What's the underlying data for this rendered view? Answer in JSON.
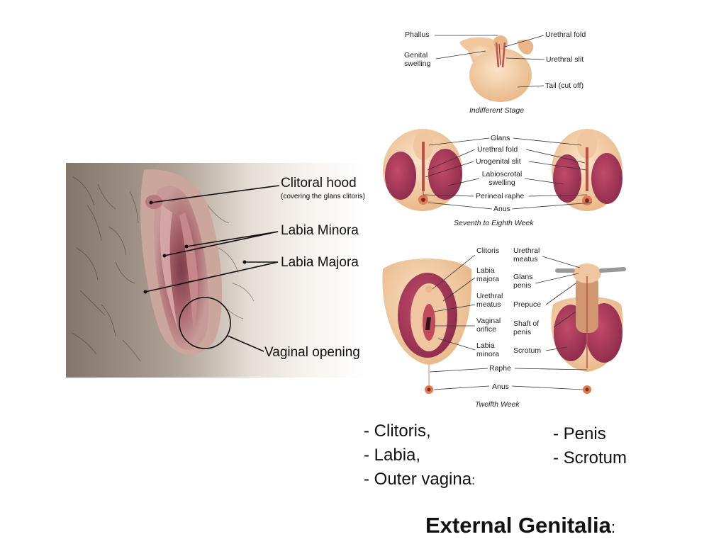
{
  "photo": {
    "labels": {
      "clitoral_hood": "Clitoral hood",
      "clitoral_hood_note": "(covering the glans clitoris)",
      "labia_minora": "Labia Minora",
      "labia_majora": "Labia Majora",
      "vaginal_opening": "Vaginal opening"
    }
  },
  "indifferent_stage": {
    "caption": "Indifferent Stage",
    "labels": {
      "phallus": "Phallus",
      "genital_swelling": "Genital swelling",
      "urethral_fold": "Urethral fold",
      "urethral_slit": "Urethral slit",
      "tail": "Tail (cut off)"
    }
  },
  "seventh_week": {
    "caption": "Seventh to Eighth Week",
    "labels": {
      "glans": "Glans",
      "urethral_fold": "Urethral fold",
      "urogenital_slit": "Urogenital slit",
      "labioscrotal_swelling": "Labioscrotal swelling",
      "perineal_raphe": "Perineal raphe",
      "anus": "Anus"
    }
  },
  "twelfth_week": {
    "caption": "Twelfth Week",
    "labels": {
      "clitoris": "Clitoris",
      "labia_majora": "Labia majora",
      "urethral_meatus_f": "Urethral meatus",
      "vaginal_orifice": "Vaginal orifice",
      "labia_minora": "Labia minora",
      "urethral_meatus_m": "Urethral meatus",
      "glans_penis": "Glans penis",
      "prepuce": "Prepuce",
      "shaft_of_penis": "Shaft of penis",
      "scrotum": "Scrotum",
      "raphe": "Raphe",
      "anus": "Anus"
    }
  },
  "female_list": [
    "- Clitoris,",
    "- Labia,",
    "- Outer vagina"
  ],
  "female_list_colon": ":",
  "male_list": [
    "- Penis",
    "- Scrotum"
  ],
  "footer": {
    "title": "External Genitalia",
    "colon": ":"
  }
}
